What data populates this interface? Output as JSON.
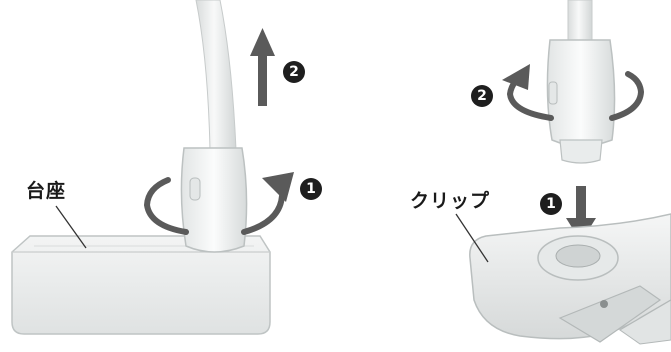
{
  "left_panel": {
    "base_label": "台座",
    "step1_marker": "1",
    "step2_marker": "2"
  },
  "right_panel": {
    "clip_label": "クリップ",
    "step1_marker": "1",
    "step2_marker": "2"
  },
  "colors": {
    "arrow": "#5a5a5a",
    "plastic": "#eceeee",
    "outline": "#c8cccc"
  }
}
